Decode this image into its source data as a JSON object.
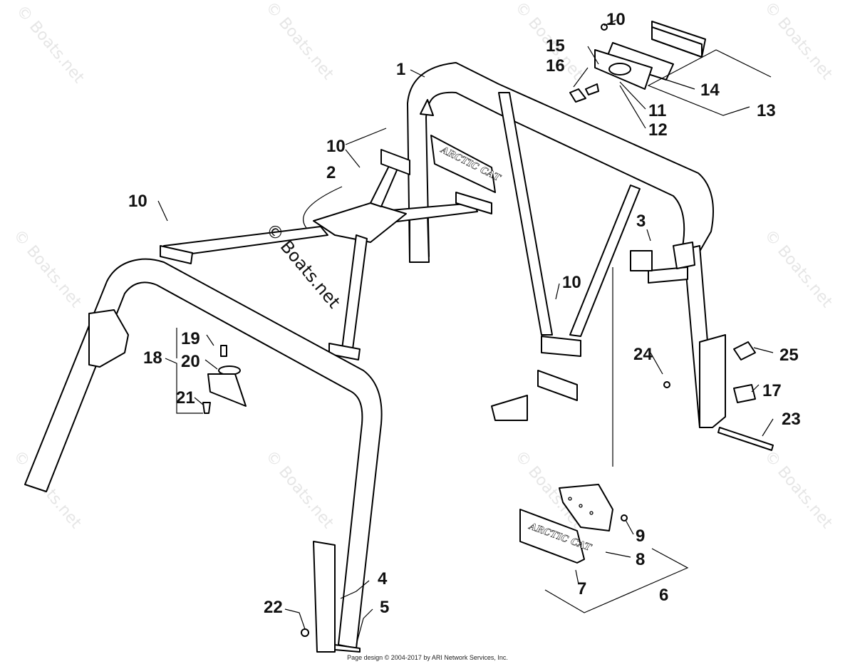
{
  "watermark": "© Boats.net",
  "brand_label": "ARCTIC CAT",
  "footer": "Page design © 2004-2017 by ARI Network Services, Inc.",
  "callouts": [
    {
      "id": "c1",
      "label": "1"
    },
    {
      "id": "c2",
      "label": "2"
    },
    {
      "id": "c3",
      "label": "3"
    },
    {
      "id": "c4",
      "label": "4"
    },
    {
      "id": "c5",
      "label": "5"
    },
    {
      "id": "c6",
      "label": "6"
    },
    {
      "id": "c7",
      "label": "7"
    },
    {
      "id": "c8",
      "label": "8"
    },
    {
      "id": "c9",
      "label": "9"
    },
    {
      "id": "c10a",
      "label": "10"
    },
    {
      "id": "c10b",
      "label": "10"
    },
    {
      "id": "c10c",
      "label": "10"
    },
    {
      "id": "c10d",
      "label": "10"
    },
    {
      "id": "c11",
      "label": "11"
    },
    {
      "id": "c12",
      "label": "12"
    },
    {
      "id": "c13",
      "label": "13"
    },
    {
      "id": "c14",
      "label": "14"
    },
    {
      "id": "c15",
      "label": "15"
    },
    {
      "id": "c16",
      "label": "16"
    },
    {
      "id": "c17",
      "label": "17"
    },
    {
      "id": "c18",
      "label": "18"
    },
    {
      "id": "c19",
      "label": "19"
    },
    {
      "id": "c20",
      "label": "20"
    },
    {
      "id": "c21",
      "label": "21"
    },
    {
      "id": "c22",
      "label": "22"
    },
    {
      "id": "c23",
      "label": "23"
    },
    {
      "id": "c24",
      "label": "24"
    },
    {
      "id": "c25",
      "label": "25"
    }
  ]
}
